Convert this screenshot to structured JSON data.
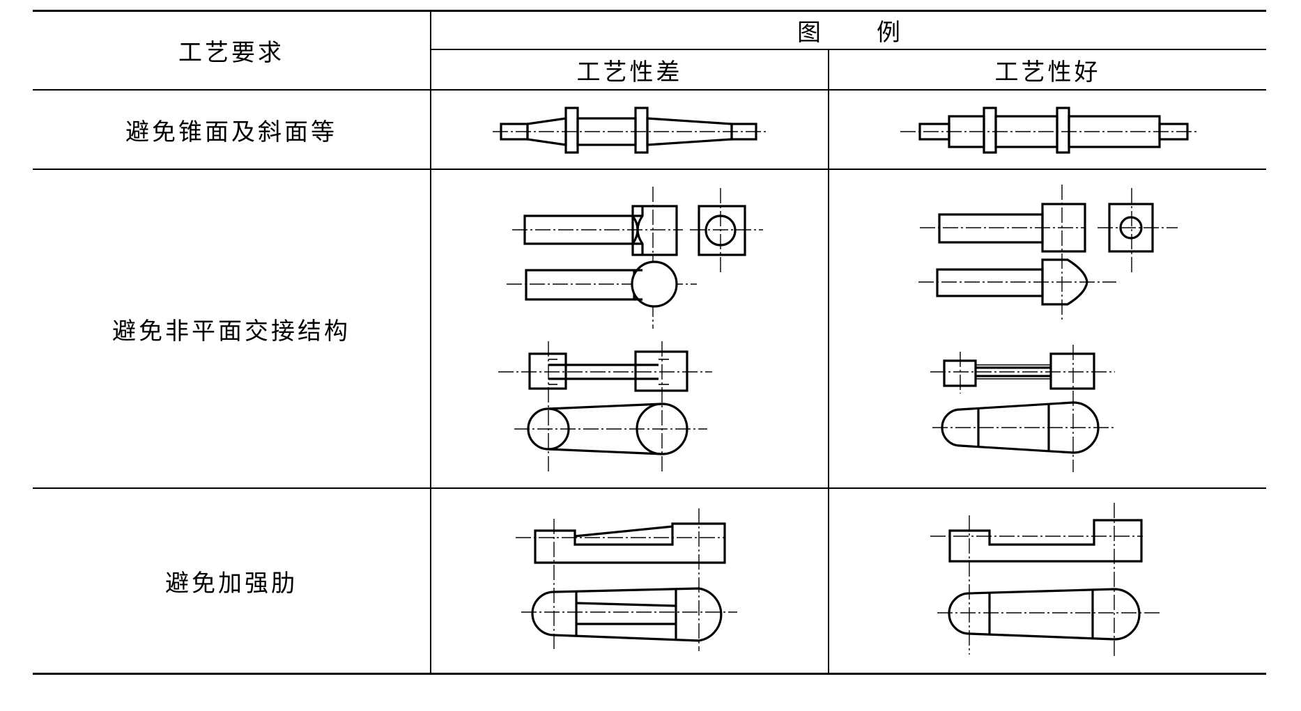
{
  "table": {
    "header": {
      "requirement": "工艺要求",
      "illustration": "图例",
      "poor": "工艺性差",
      "good": "工艺性好"
    },
    "rows": [
      {
        "requirement": "避免锥面及斜面等"
      },
      {
        "requirement": "避免非平面交接结构"
      },
      {
        "requirement": "避免加强肋"
      }
    ]
  }
}
